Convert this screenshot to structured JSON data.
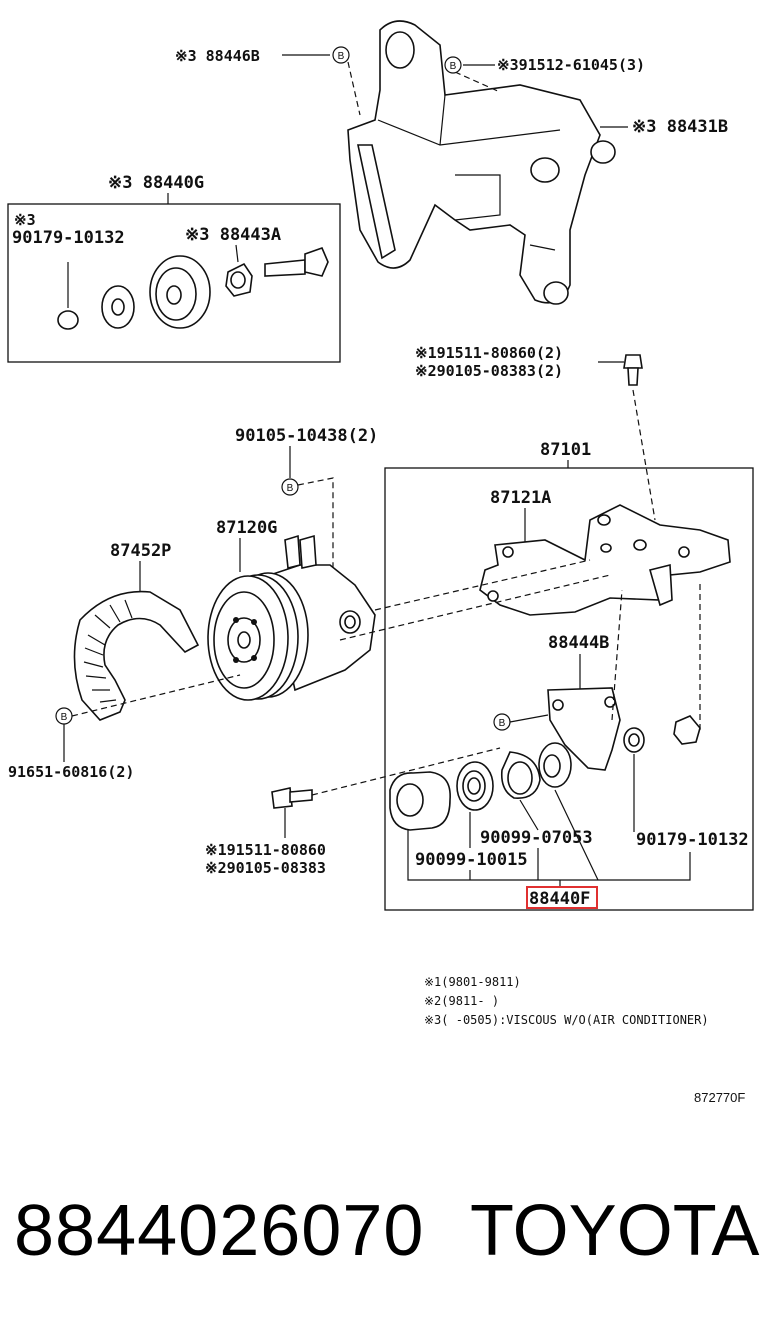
{
  "labels": {
    "l_88446b": "※3 88446B",
    "l_91512": "※391512-61045(3)",
    "l_88431b": "※3 88431B",
    "l_88440g": "※3 88440G",
    "l_90179_a_mark": "※3",
    "l_90179_a": "90179-10132",
    "l_88443a": "※3 88443A",
    "l_91511_top": "※191511-80860(2)",
    "l_90105_top": "※290105-08383(2)",
    "l_90105_10438": "90105-10438(2)",
    "l_87101": "87101",
    "l_87121a": "87121A",
    "l_87120g": "87120G",
    "l_87452p": "87452P",
    "l_88444b": "88444B",
    "l_91651": "91651-60816(2)",
    "l_90099_07053": "90099-07053",
    "l_90179_b": "90179-10132",
    "l_90099_10015": "90099-10015",
    "l_91511_bot": "※191511-80860",
    "l_90105_bot": "※290105-08383",
    "l_88440f": "88440F",
    "b_mark": "B"
  },
  "notes": {
    "n1": "※1(9801-9811)",
    "n2": "※2(9811-     )",
    "n3": "※3(     -0505):VISCOUS W/O(AIR CONDITIONER)",
    "ref": "872770F"
  },
  "footer": {
    "part_number": "8844026070",
    "brand": "TOYOTA"
  },
  "colors": {
    "highlight": "#e03030",
    "ink": "#111111"
  }
}
